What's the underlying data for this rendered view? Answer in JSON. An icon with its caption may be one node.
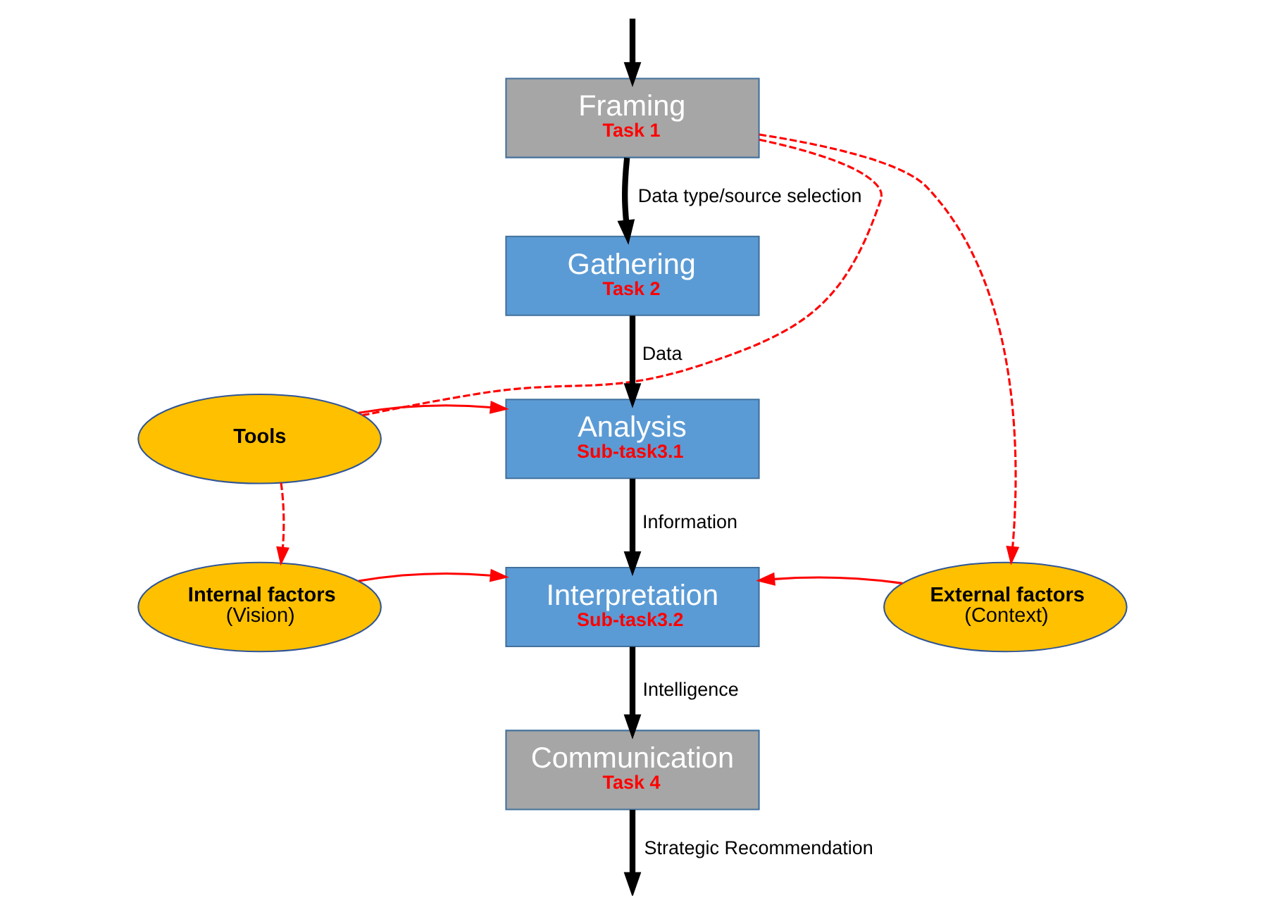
{
  "diagram": {
    "nodes": [
      {
        "text": [
          "Framing",
          "Task 1"
        ]
      },
      {
        "text": [
          "Gathering",
          "Task 2"
        ]
      },
      {
        "text": [
          "Tools"
        ]
      },
      {
        "text": [
          "Analysis",
          "Sub-task3.1"
        ]
      },
      {
        "text": [
          "Internal factors",
          "(Vision)"
        ]
      },
      {
        "text": [
          "Interpretation",
          "Sub-task3.2"
        ]
      },
      {
        "text": [
          "External factors",
          "(Context)"
        ]
      },
      {
        "text": [
          "Communication",
          "Task 4"
        ]
      }
    ],
    "edges": [
      {
        "from": null,
        "to": 0,
        "arrow": "to",
        "style": "thick"
      },
      {
        "from": 0,
        "to": 1,
        "arrow": "to",
        "label": "Data type/source selection",
        "style": "thick"
      },
      {
        "from": 1,
        "to": 3,
        "arrow": "to",
        "label": "Data",
        "style": "thick"
      },
      {
        "from": 3,
        "to": 5,
        "arrow": "to",
        "label": "Information",
        "style": "thick"
      },
      {
        "from": 5,
        "to": 7,
        "arrow": "to",
        "label": "Intelligence",
        "style": "thick"
      },
      {
        "from": 7,
        "to": null,
        "arrow": "to",
        "label": "Strategic Recommendation",
        "style": "thick"
      },
      {
        "from": 0,
        "to": 2,
        "arrow": "none",
        "style": "dashed",
        "color": "#ff0000"
      },
      {
        "from": 0,
        "to": 6,
        "arrow": "to",
        "style": "dashed",
        "color": "#ff0000"
      },
      {
        "from": 2,
        "to": 4,
        "arrow": "to",
        "style": "dashed",
        "color": "#ff0000"
      },
      {
        "from": 2,
        "to": 3,
        "arrow": "to",
        "color": "#ff0000"
      },
      {
        "from": 4,
        "to": 5,
        "arrow": "to",
        "color": "#ff0000"
      },
      {
        "from": 6,
        "to": 5,
        "arrow": "to",
        "color": "#ff0000"
      }
    ]
  }
}
